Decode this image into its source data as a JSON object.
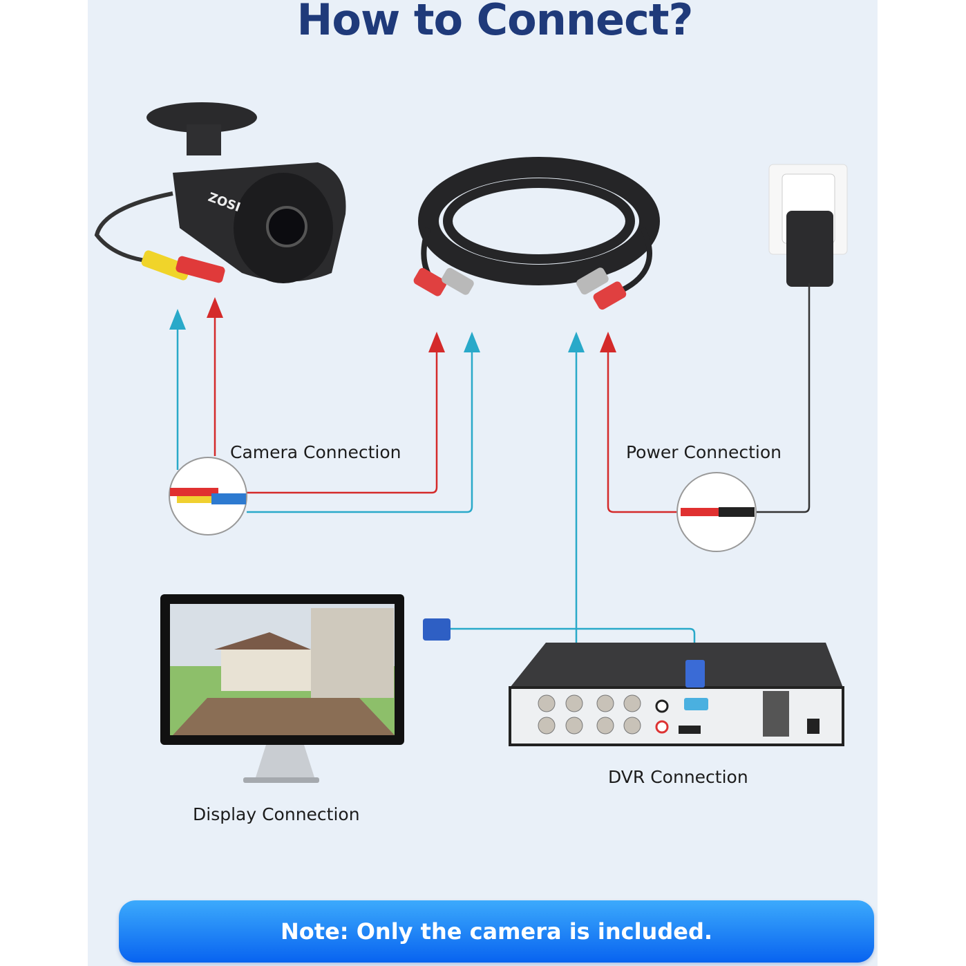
{
  "title": "How to Connect?",
  "labels": {
    "camera": "Camera Connection",
    "power": "Power Connection",
    "display": "Display Connection",
    "dvr": "DVR Connection"
  },
  "note": "Note:  Only the camera is included.",
  "camera_brand": "ZOSI",
  "colors": {
    "video_line": "#29a9c9",
    "power_line": "#d42a2a",
    "title": "#1f3a7a",
    "note_bg": "#1a7ef5"
  }
}
